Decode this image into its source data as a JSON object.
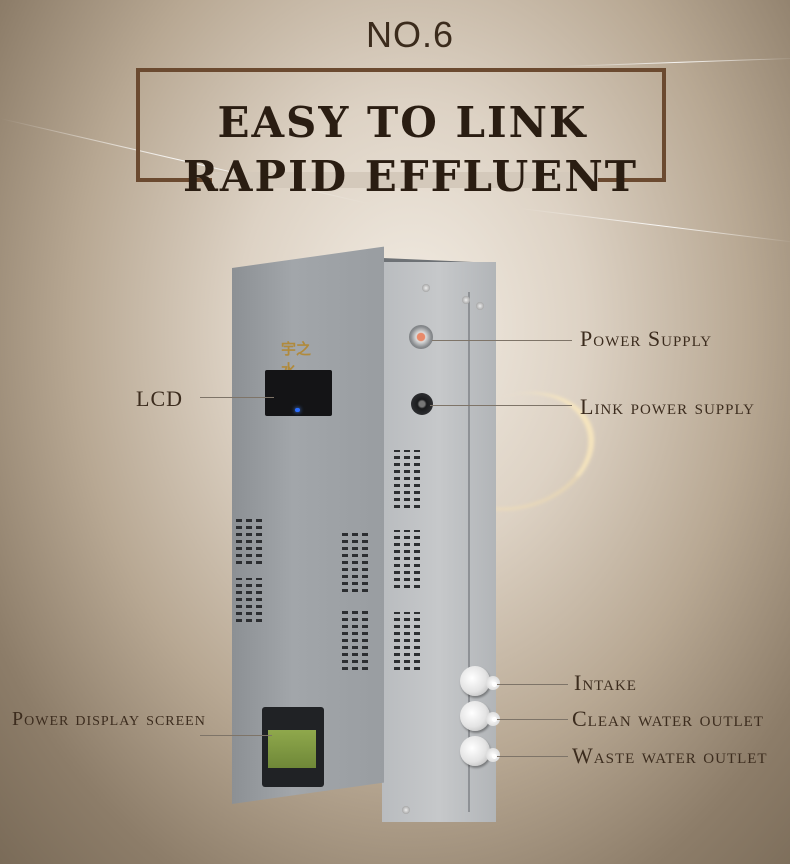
{
  "header": {
    "number_label": "NO.6",
    "title_line1": "EASY TO LINK",
    "title_line2": "RAPID EFFLUENT"
  },
  "callouts": {
    "power_supply": "Power Supply",
    "link_power_supply": "Link power supply",
    "lcd": "LCD",
    "power_display_screen": "Power display screen",
    "intake": "Intake",
    "clean_water_outlet": "Clean water outlet",
    "waste_water_outlet": "Waste water outlet"
  },
  "device": {
    "brand_mark": "宇之水"
  },
  "colors": {
    "title_text": "#2a1d12",
    "frame_border": "#6b4a30",
    "background_center": "#f3ede4",
    "background_edge": "#7a6b58"
  }
}
